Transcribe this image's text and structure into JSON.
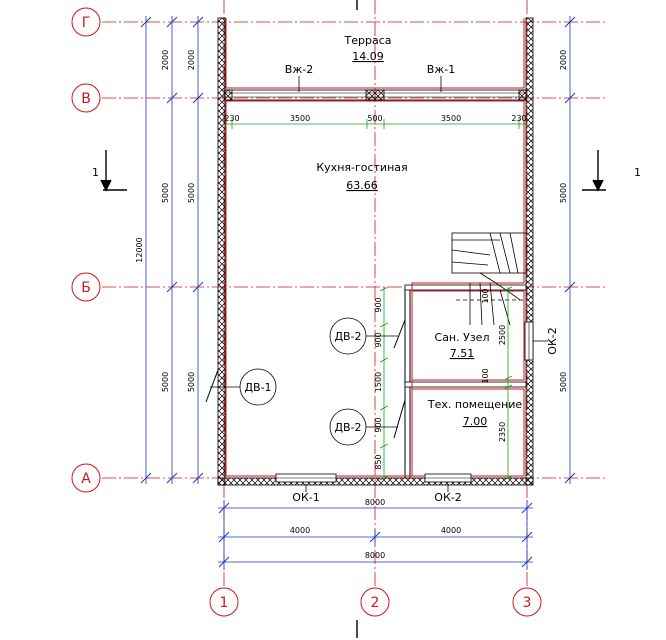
{
  "axes": {
    "horizontal": [
      {
        "id": "g",
        "label": "Г"
      },
      {
        "id": "v",
        "label": "В"
      },
      {
        "id": "b",
        "label": "Б"
      },
      {
        "id": "a",
        "label": "А"
      }
    ],
    "vertical": [
      {
        "id": "1",
        "label": "1"
      },
      {
        "id": "2",
        "label": "2"
      },
      {
        "id": "3",
        "label": "3"
      }
    ]
  },
  "section_marks": {
    "left": "1",
    "right": "1"
  },
  "rooms": {
    "terrace": {
      "name": "Терраса",
      "area": "14.09"
    },
    "kitchen": {
      "name": "Кухня-гостиная",
      "area": "63.66"
    },
    "bath": {
      "name": "Сан. Узел",
      "area": "7.51"
    },
    "tech": {
      "name": "Тех. помещение",
      "area": "7.00"
    }
  },
  "labels": {
    "vzh1": "Вж-1",
    "vzh2": "Вж-2",
    "ok1": "ОК-1",
    "ok2_bottom": "ОК-2",
    "ok2_right": "ОК-2",
    "dv1": "ДВ-1",
    "dv2_top": "ДВ-2",
    "dv2_bottom": "ДВ-2"
  },
  "dims": {
    "left_outer": "12000",
    "left_mid": [
      "2000",
      "5000",
      "5000"
    ],
    "left_inner": [
      "2000",
      "5000",
      "5000"
    ],
    "right": [
      "2000",
      "5000",
      "5000"
    ],
    "top_inner": [
      "230",
      "3500",
      "500",
      "3500",
      "230"
    ],
    "bottom_inner": "8000",
    "bottom_axes": [
      "4000",
      "4000"
    ],
    "bottom_total": "8000",
    "partition": [
      "900",
      "900",
      "1500",
      "900",
      "850"
    ],
    "bath_right": [
      "100",
      "2500",
      "100",
      "2350"
    ]
  }
}
